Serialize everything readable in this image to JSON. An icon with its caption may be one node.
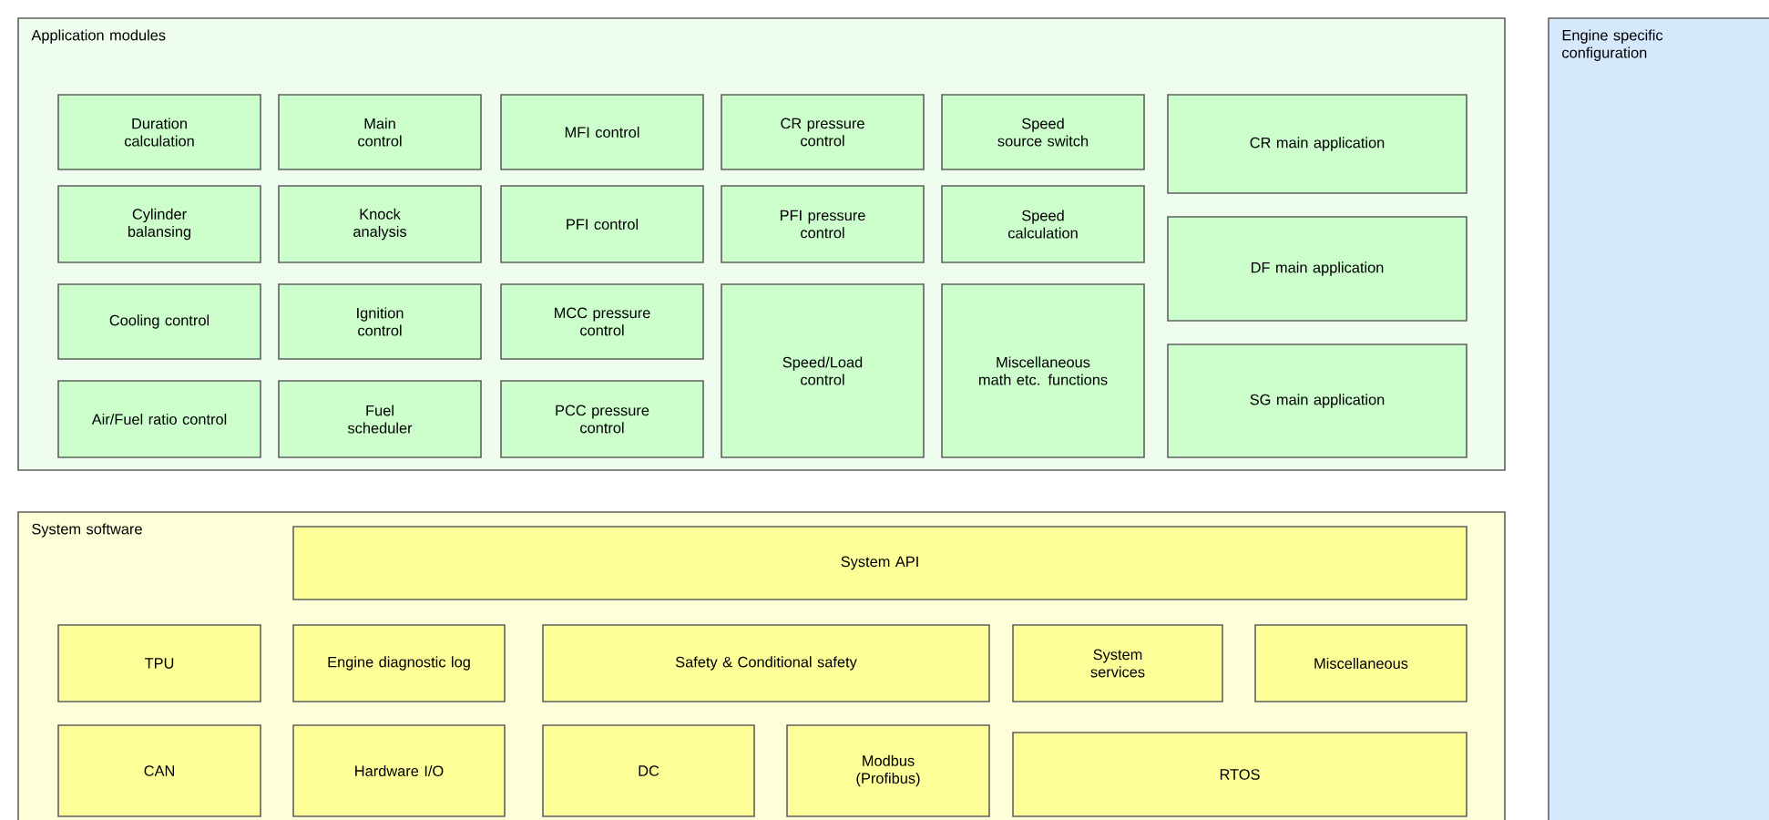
{
  "diagram": {
    "nodes": [
      {
        "text": [
          "Application modules"
        ]
      },
      {
        "text": [
          "Duration calculation"
        ],
        "in": 0
      },
      {
        "text": [
          "Main control"
        ],
        "in": 0
      },
      {
        "text": [
          "MFI control"
        ],
        "in": 0
      },
      {
        "text": [
          "CR pressure control"
        ],
        "in": 0
      },
      {
        "text": [
          "Speed source switch"
        ],
        "in": 0
      },
      {
        "text": [
          "CR main application"
        ],
        "in": 0
      },
      {
        "text": [
          "Cylinder balansing"
        ],
        "in": 0
      },
      {
        "text": [
          "Knock analysis"
        ],
        "in": 0
      },
      {
        "text": [
          "PFI control"
        ],
        "in": 0
      },
      {
        "text": [
          "PFI pressure control"
        ],
        "in": 0
      },
      {
        "text": [
          "Speed calculation"
        ],
        "in": 0
      },
      {
        "text": [
          "DF main application"
        ],
        "in": 0
      },
      {
        "text": [
          "Cooling control"
        ],
        "in": 0
      },
      {
        "text": [
          "Ignition control"
        ],
        "in": 0
      },
      {
        "text": [
          "MCC pressure control"
        ],
        "in": 0
      },
      {
        "text": [
          "Speed/Load control"
        ],
        "in": 0
      },
      {
        "text": [
          "Miscellaneous math etc. functions"
        ],
        "in": 0
      },
      {
        "text": [
          "SG main application"
        ],
        "in": 0
      },
      {
        "text": [
          "Air/Fuel ratio control"
        ],
        "in": 0
      },
      {
        "text": [
          "Fuel scheduler"
        ],
        "in": 0
      },
      {
        "text": [
          "PCC pressure control"
        ],
        "in": 0
      },
      {
        "text": [
          "Engine specific configuration"
        ]
      },
      {
        "text": [
          "System software"
        ]
      },
      {
        "text": [
          "System API"
        ],
        "in": 23
      },
      {
        "text": [
          "TPU"
        ],
        "in": 23
      },
      {
        "text": [
          "Engine diagnostic log"
        ],
        "in": 23
      },
      {
        "text": [
          "Safety & Conditional safety"
        ],
        "in": 23
      },
      {
        "text": [
          "System services"
        ],
        "in": 23
      },
      {
        "text": [
          "Miscellaneous"
        ],
        "in": 23
      },
      {
        "text": [
          "CAN"
        ],
        "in": 23
      },
      {
        "text": [
          "Hardware I/O"
        ],
        "in": 23
      },
      {
        "text": [
          "DC"
        ],
        "in": 23
      },
      {
        "text": [
          "Modbus (Profibus)"
        ],
        "in": 23
      },
      {
        "text": [
          "RTOS"
        ],
        "in": 23
      }
    ]
  }
}
